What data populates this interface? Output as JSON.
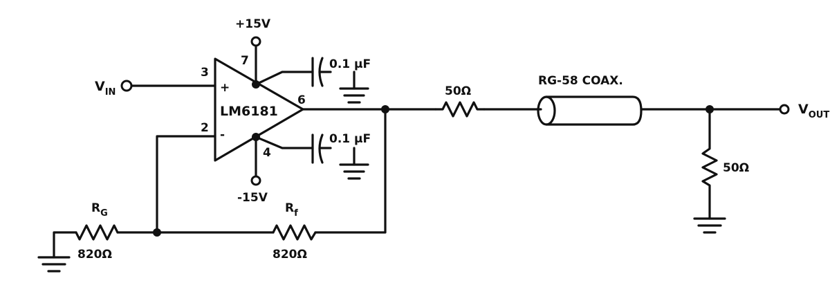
{
  "opamp": {
    "name": "LM6181",
    "pin_noninv": "3",
    "pin_inv": "2",
    "pin_out": "6",
    "pin_vpos": "7",
    "pin_vneg": "4",
    "sign_plus": "+",
    "sign_minus": "-"
  },
  "supplies": {
    "positive": "+15V",
    "negative": "-15V"
  },
  "input": {
    "label": "V",
    "sub": "IN"
  },
  "output": {
    "label": "V",
    "sub": "OUT"
  },
  "capacitors": {
    "top": "0.1 μF",
    "bottom": "0.1 μF"
  },
  "resistors": {
    "series": "50Ω",
    "load": "50Ω",
    "rg_name": "R",
    "rg_sub": "G",
    "rg_value": "820Ω",
    "rf_name": "R",
    "rf_sub": "f",
    "rf_value": "820Ω"
  },
  "coax": {
    "label": "RG-58 COAX."
  }
}
